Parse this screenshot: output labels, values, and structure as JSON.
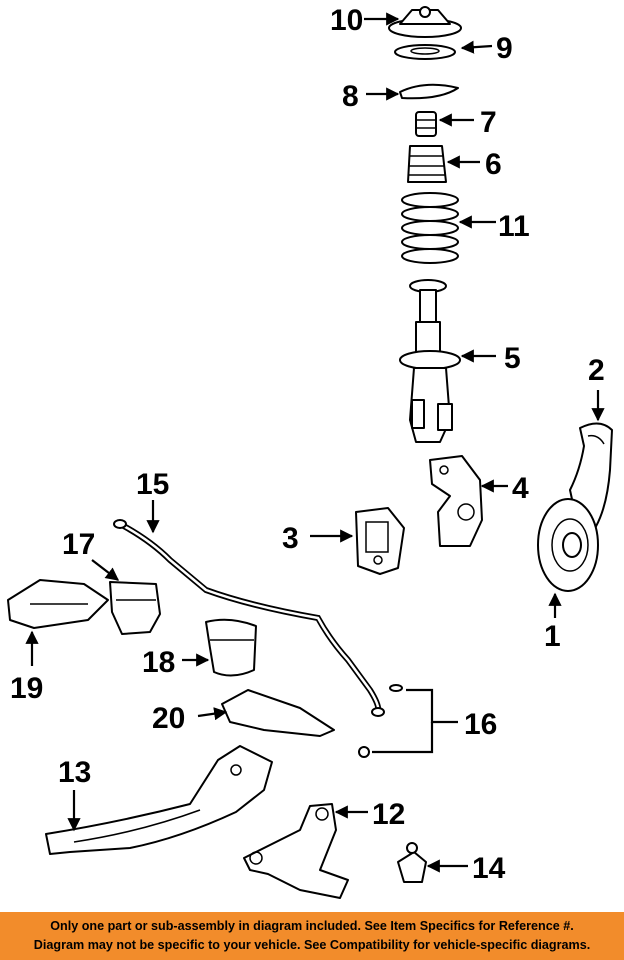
{
  "callouts": {
    "c1": "1",
    "c2": "2",
    "c3": "3",
    "c4": "4",
    "c5": "5",
    "c6": "6",
    "c7": "7",
    "c8": "8",
    "c9": "9",
    "c10": "10",
    "c11": "11",
    "c12": "12",
    "c13": "13",
    "c14": "14",
    "c15": "15",
    "c16": "16",
    "c17": "17",
    "c18": "18",
    "c19": "19",
    "c20": "20"
  },
  "footer": {
    "line1": "Only one part or sub-assembly in diagram included. See Item Specifics for Reference #.",
    "line2": "Diagram may not be specific to your vehicle. See Compatibility for vehicle-specific diagrams."
  },
  "colors": {
    "footer_bg": "#f28c2b",
    "ink": "#000000",
    "paper": "#ffffff"
  }
}
